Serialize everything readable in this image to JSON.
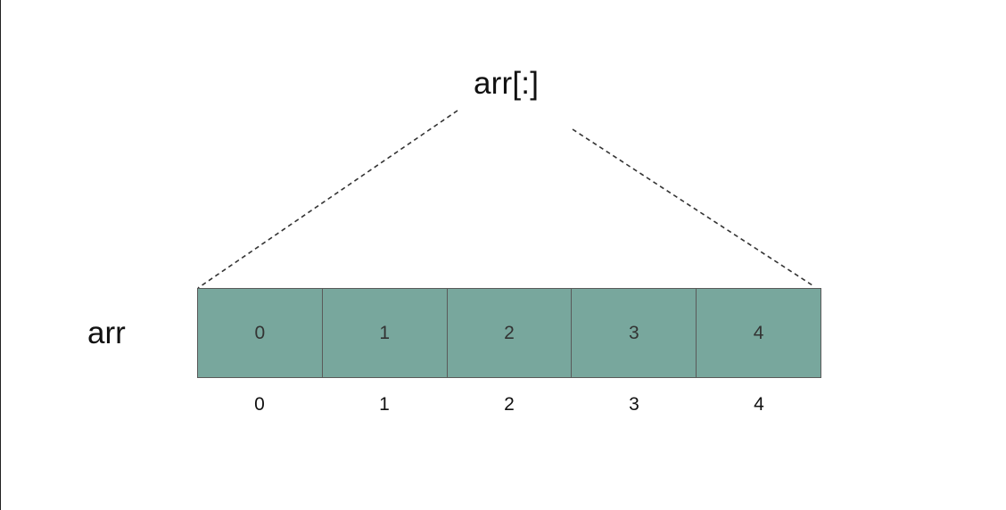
{
  "diagram": {
    "slice_expression": "arr[:]",
    "array_name": "arr",
    "elements": [
      "0",
      "1",
      "2",
      "3",
      "4"
    ],
    "indices": [
      "0",
      "1",
      "2",
      "3",
      "4"
    ],
    "colors": {
      "cell_fill": "#78a79d",
      "cell_border": "#5a5a5a",
      "guide_line": "#333333",
      "text": "#111111"
    }
  }
}
